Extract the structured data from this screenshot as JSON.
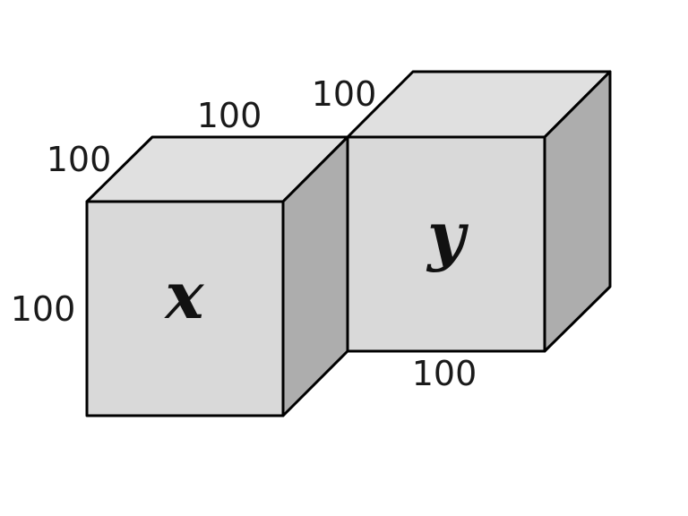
{
  "cube_x": {
    "label": "x",
    "dimensions": {
      "width": "100",
      "depth": "100",
      "height": "100"
    }
  },
  "cube_y": {
    "label": "y",
    "dimensions": {
      "depth": "100",
      "width": "100"
    }
  }
}
